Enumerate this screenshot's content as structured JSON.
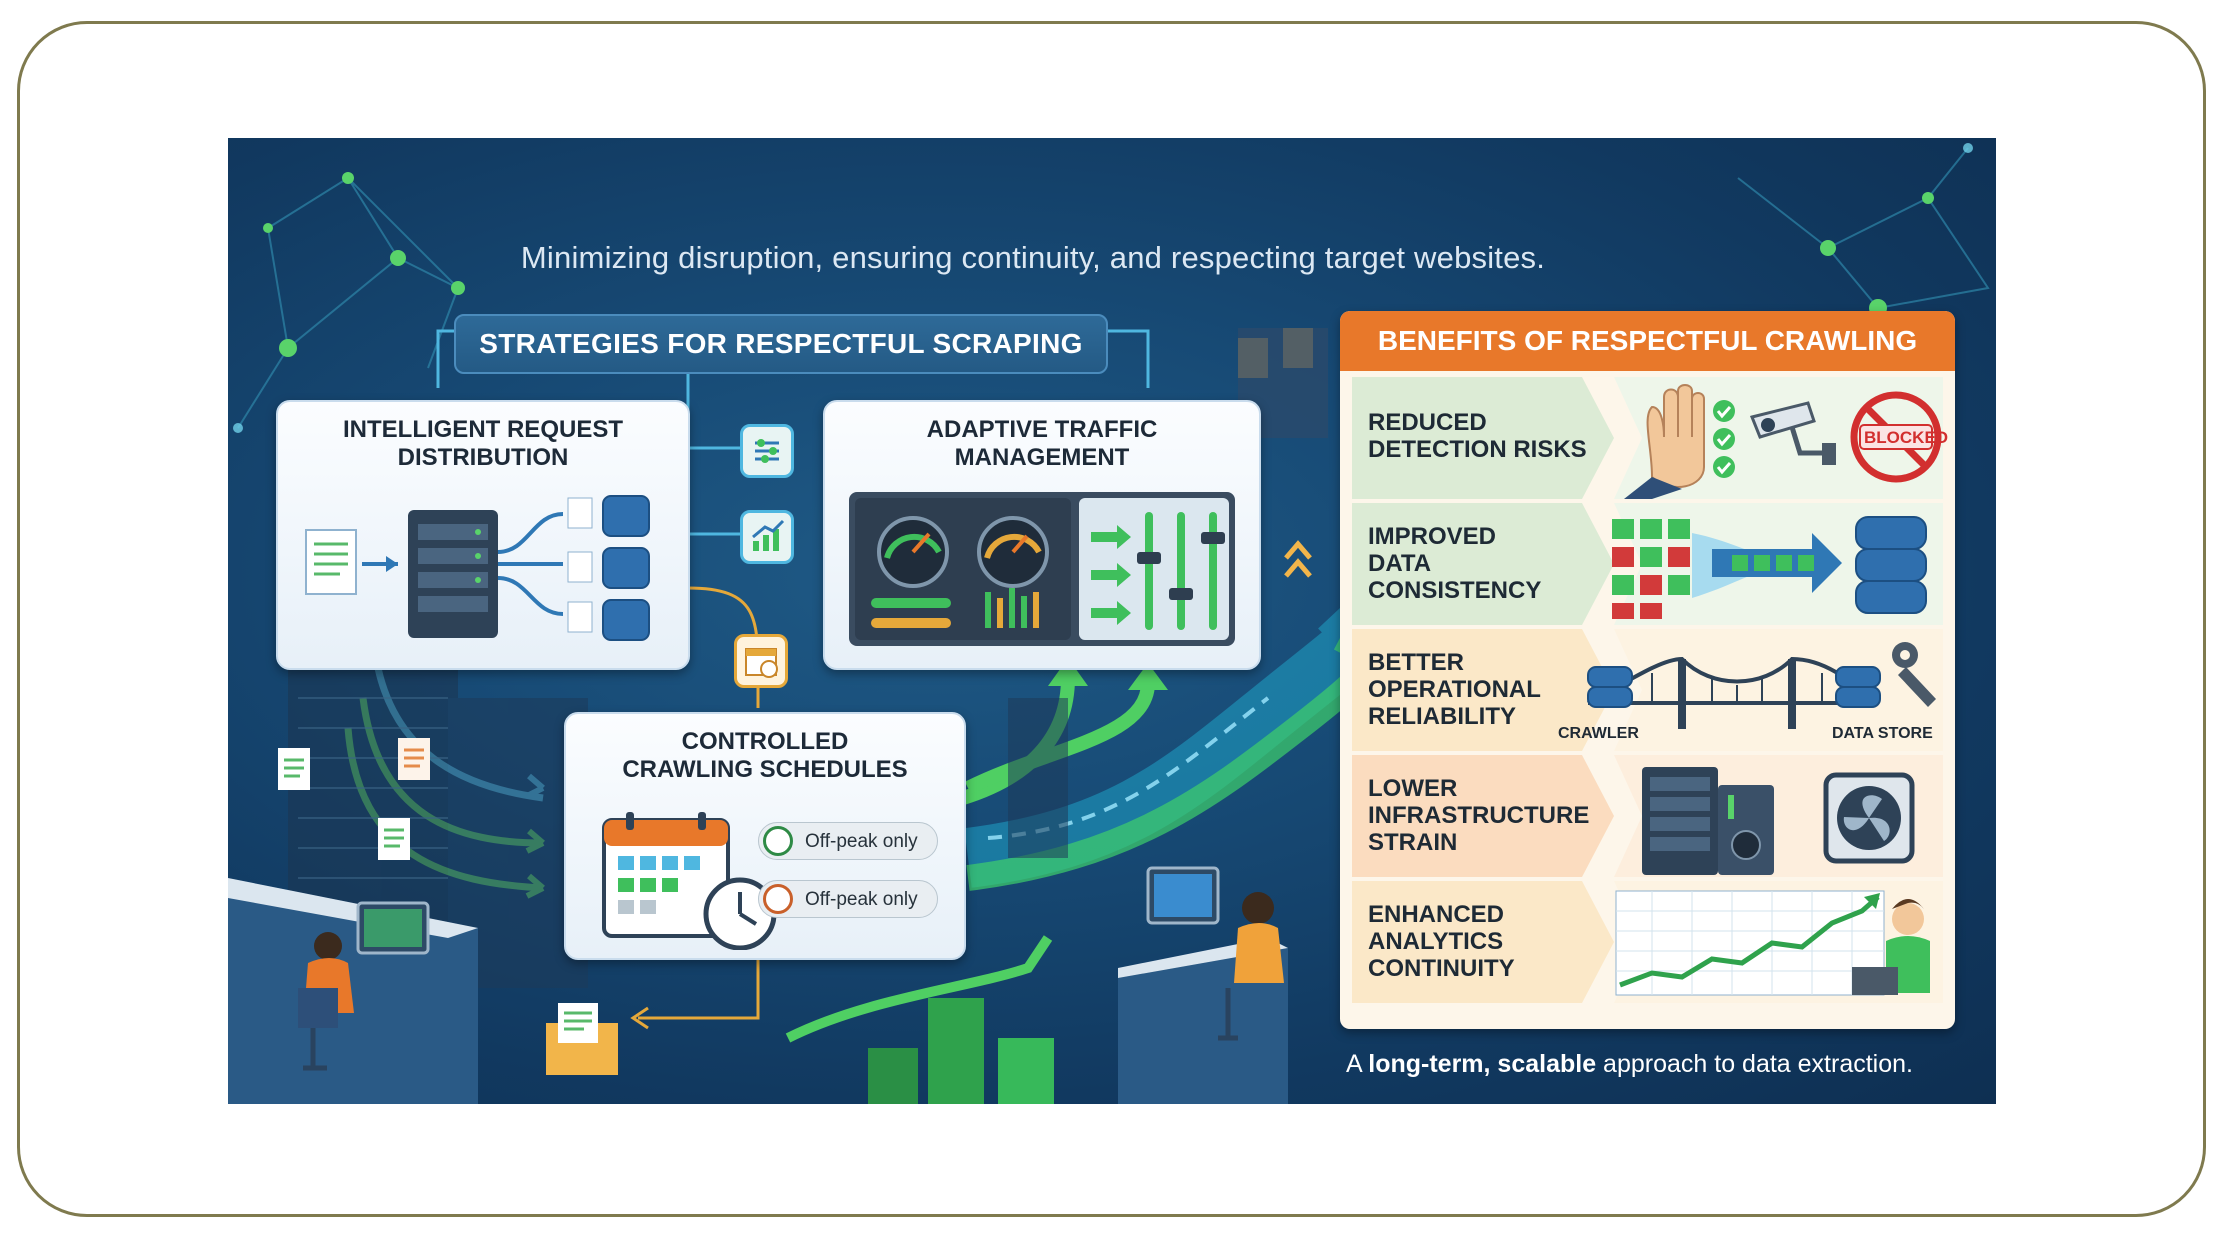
{
  "subtitle": "Minimizing disruption, ensuring continuity, and respecting target websites.",
  "strategies": {
    "heading": "STRATEGIES FOR RESPECTFUL SCRAPING",
    "cards": [
      {
        "title": "INTELLIGENT REQUEST\nDISTRIBUTION"
      },
      {
        "title": "ADAPTIVE TRAFFIC\nMANAGEMENT"
      },
      {
        "title": "CONTROLLED\nCRAWLING SCHEDULES"
      }
    ],
    "schedule_pills": [
      "Off-peak only",
      "Off-peak only"
    ]
  },
  "benefits": {
    "heading": "BENEFITS OF RESPECTFUL CRAWLING",
    "rows": [
      {
        "label": "REDUCED\nDETECTION RISKS",
        "color": "#dcebd5",
        "sign_text": "BLOCKED"
      },
      {
        "label": "IMPROVED\nDATA\nCONSISTENCY",
        "color": "#dcebd5"
      },
      {
        "label": "BETTER\nOPERATIONAL\nRELIABILITY",
        "color": "#fbe8c8",
        "left_tag": "CRAWLER",
        "right_tag": "DATA STORE"
      },
      {
        "label": "LOWER\nINFRASTRUCTURE\nSTRAIN",
        "color": "#fbdcbf"
      },
      {
        "label": "ENHANCED\nANALYTICS\nCONTINUITY",
        "color": "#fbe8c8"
      }
    ]
  },
  "caption": {
    "pre": "A ",
    "bold": "long-term, scalable",
    "post": " approach to data extraction."
  },
  "colors": {
    "poster_bg": "#174a75",
    "accent_orange": "#e8782a",
    "accent_green": "#3fbf5c",
    "frame": "#7f7a4e"
  }
}
